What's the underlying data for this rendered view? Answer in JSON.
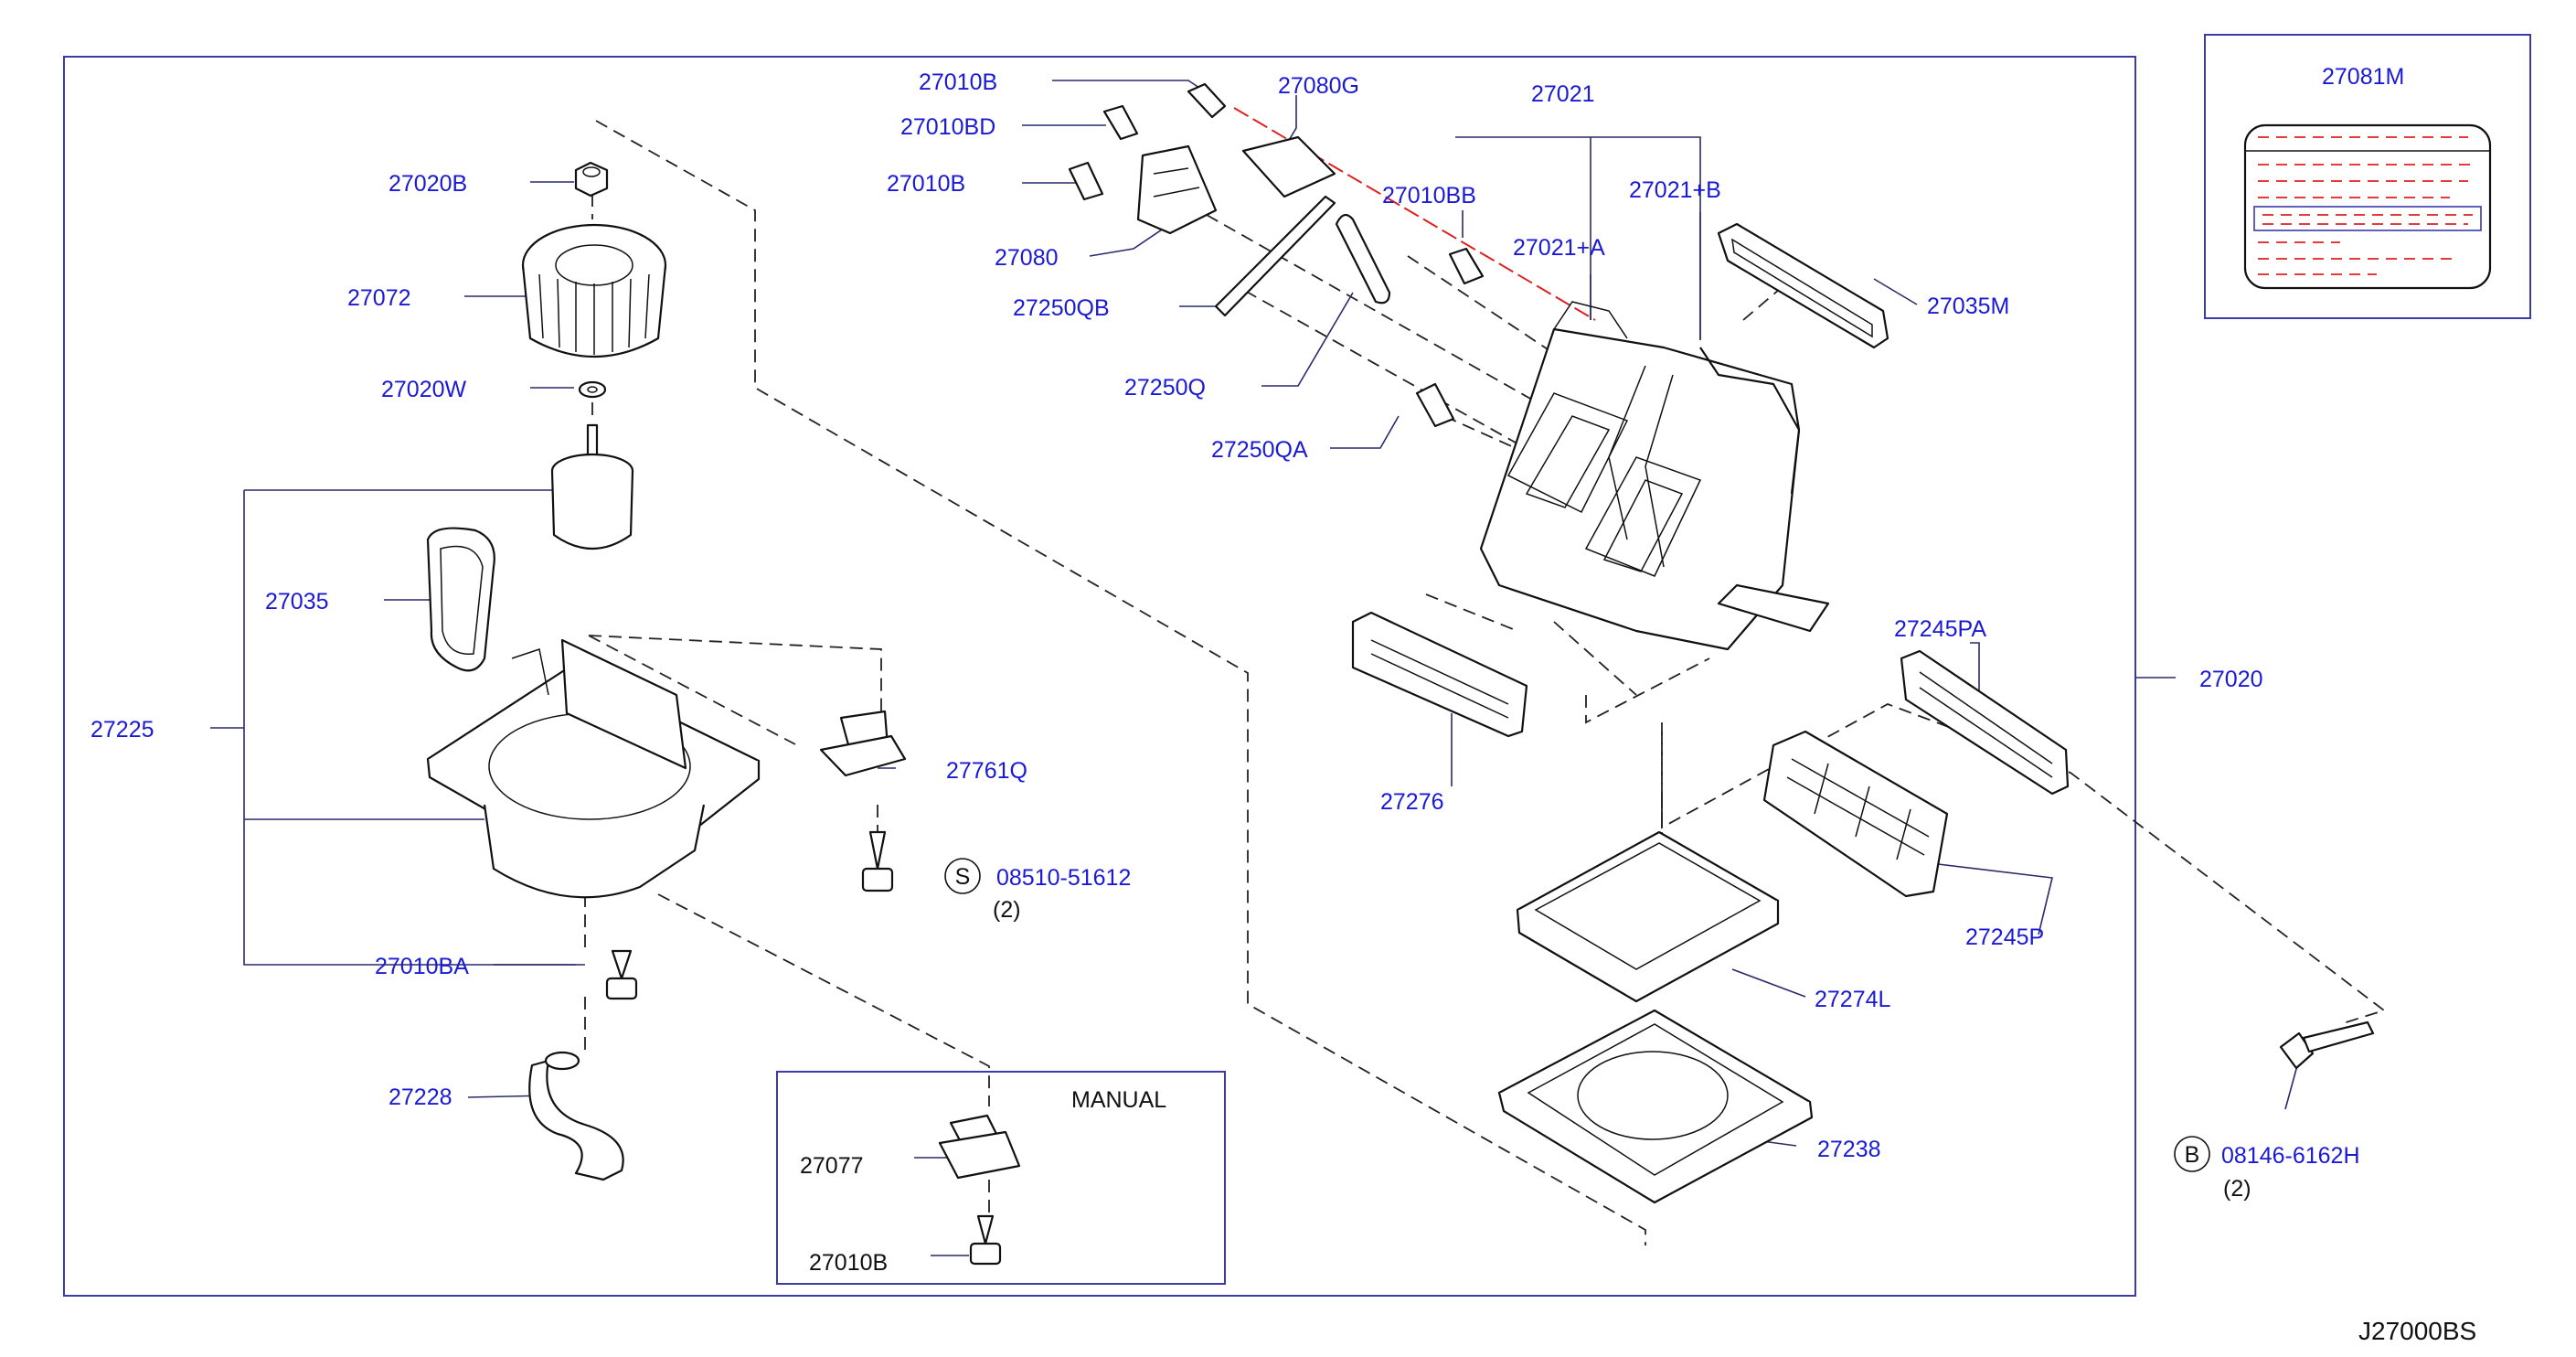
{
  "diagram_code": "J27000BS",
  "manual_box_title": "MANUAL",
  "labels": {
    "p27020B": "27020B",
    "p27072": "27072",
    "p27020W": "27020W",
    "p27035": "27035",
    "p27225": "27225",
    "p27010BA": "27010BA",
    "p27228": "27228",
    "p27010B_top": "27010B",
    "p27010BD": "27010BD",
    "p27010B_mid": "27010B",
    "p27080": "27080",
    "p27250QB": "27250QB",
    "p27080G": "27080G",
    "p27250Q": "27250Q",
    "p27250QA": "27250QA",
    "p27010BB": "27010BB",
    "p27021": "27021",
    "p27021A": "27021+A",
    "p27021B": "27021+B",
    "p27035M": "27035M",
    "p27761Q": "27761Q",
    "p08510": "08510-51612",
    "p08510_qty": "(2)",
    "p27077": "27077",
    "p27010B_manual": "27010B",
    "p27276": "27276",
    "p27245PA": "27245PA",
    "p27245P": "27245P",
    "p27274L": "27274L",
    "p27238": "27238",
    "p27020": "27020",
    "p08146": "08146-6162H",
    "p08146_qty": "(2)",
    "p27081M": "27081M"
  },
  "symbols": {
    "s_mark": "S",
    "b_mark": "B"
  }
}
